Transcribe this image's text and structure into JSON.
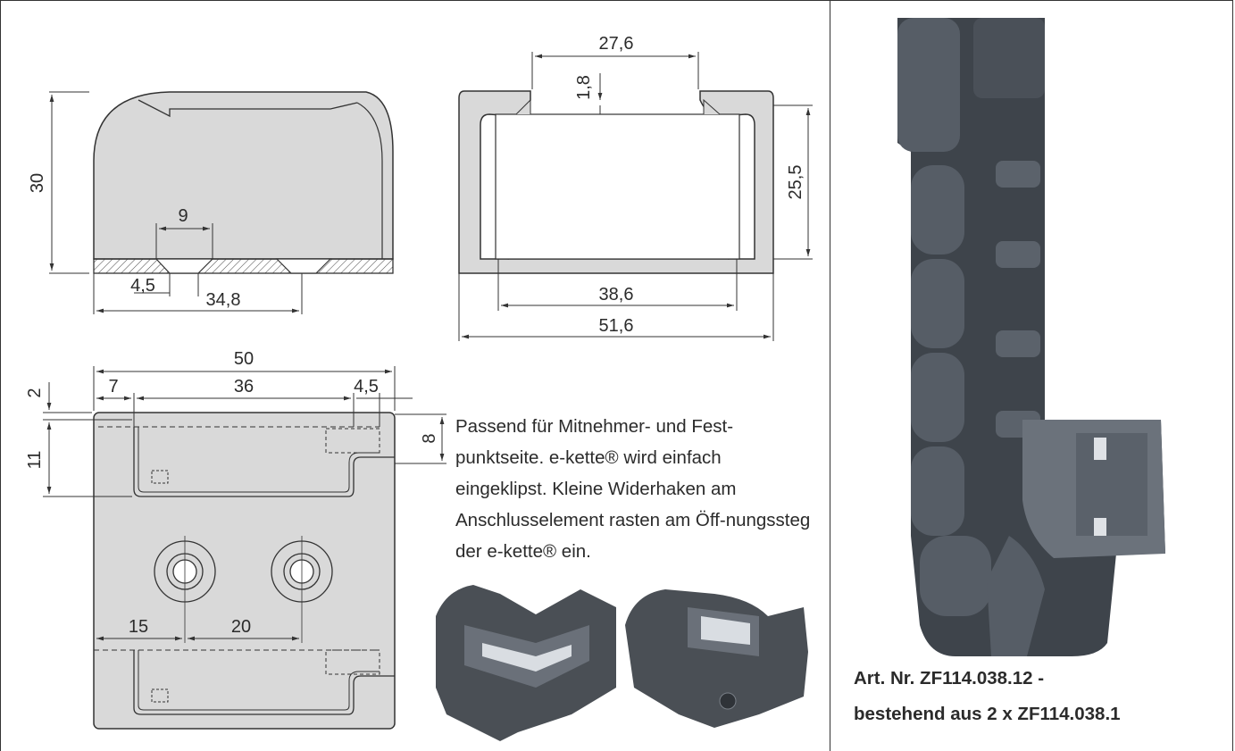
{
  "dimensions": {
    "bracket_side": {
      "height": "30",
      "slot": "9",
      "edge": "4,5",
      "center": "34,8"
    },
    "channel": {
      "opening": "27,6",
      "lip": "1,8",
      "inner_height": "25,5",
      "inner_width": "38,6",
      "outer_width": "51,6"
    },
    "plate": {
      "width": "50",
      "left_offset": "7",
      "hook_span": "36",
      "right_offset": "4,5",
      "top_gap": "2",
      "hook_depth": "11",
      "right_depth": "8",
      "hole_left": "15",
      "hole_spacing": "20"
    }
  },
  "description": "Passend für Mitnehmer- und Fest-punktseite. e-kette® wird einfach eingeklipst. Kleine Widerhaken am Anschlusselement rasten am Öff-nungssteg der e-kette® ein.",
  "caption": {
    "line1": "Art. Nr. ZF114.038.12 -",
    "line2": "bestehend aus 2 x ZF114.038.1"
  }
}
